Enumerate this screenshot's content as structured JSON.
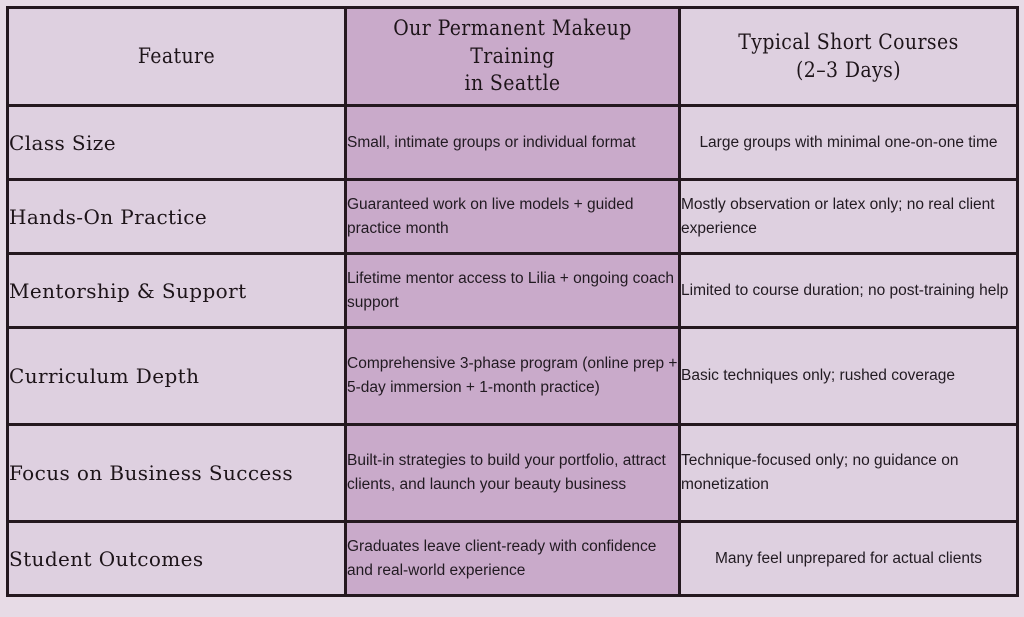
{
  "table": {
    "columns": [
      {
        "key": "feature",
        "label": "Feature",
        "highlight": false
      },
      {
        "key": "ours",
        "label": "Our Permanent Makeup Training in Seattle",
        "label_line1": "Our Permanent Makeup Training",
        "label_line2": "in Seattle",
        "highlight": true
      },
      {
        "key": "typical",
        "label": "Typical Short Courses (2–3 Days)",
        "label_line1": "Typical Short Courses",
        "label_line2": "(2–3 Days)",
        "highlight": false
      }
    ],
    "rows": [
      {
        "feature": "Class Size",
        "ours": "Small, intimate groups or individual format",
        "typical": "Large groups with minimal one-on-one time",
        "typical_align": "center"
      },
      {
        "feature": "Hands-On Practice",
        "ours": "Guaranteed work on live models + guided practice month",
        "typical": "Mostly observation or latex only; no real client experience",
        "typical_align": "left"
      },
      {
        "feature": "Mentorship & Support",
        "ours": "Lifetime mentor access to Lilia + ongoing coach support",
        "typical": "Limited to course duration; no post-training help",
        "typical_align": "left"
      },
      {
        "feature": "Curriculum Depth",
        "ours": "Comprehensive 3-phase program (online prep + 5-day immersion + 1-month practice)",
        "typical": "Basic techniques only; rushed coverage",
        "typical_align": "left"
      },
      {
        "feature": "Focus on Business Success",
        "ours": "Built-in strategies to build your portfolio, attract clients, and launch your beauty business",
        "typical": "Technique-focused only; no guidance on monetization",
        "typical_align": "left"
      },
      {
        "feature": "Student Outcomes",
        "ours": "Graduates leave client-ready with confidence and real-world experience",
        "typical": "Many feel unprepared for actual clients",
        "typical_align": "center"
      }
    ]
  },
  "colors": {
    "page_background": "#e7dbe6",
    "cell_light": "#ded0e0",
    "cell_highlight": "#c9aaca",
    "border": "#24181f",
    "text": "#1d1419"
  }
}
